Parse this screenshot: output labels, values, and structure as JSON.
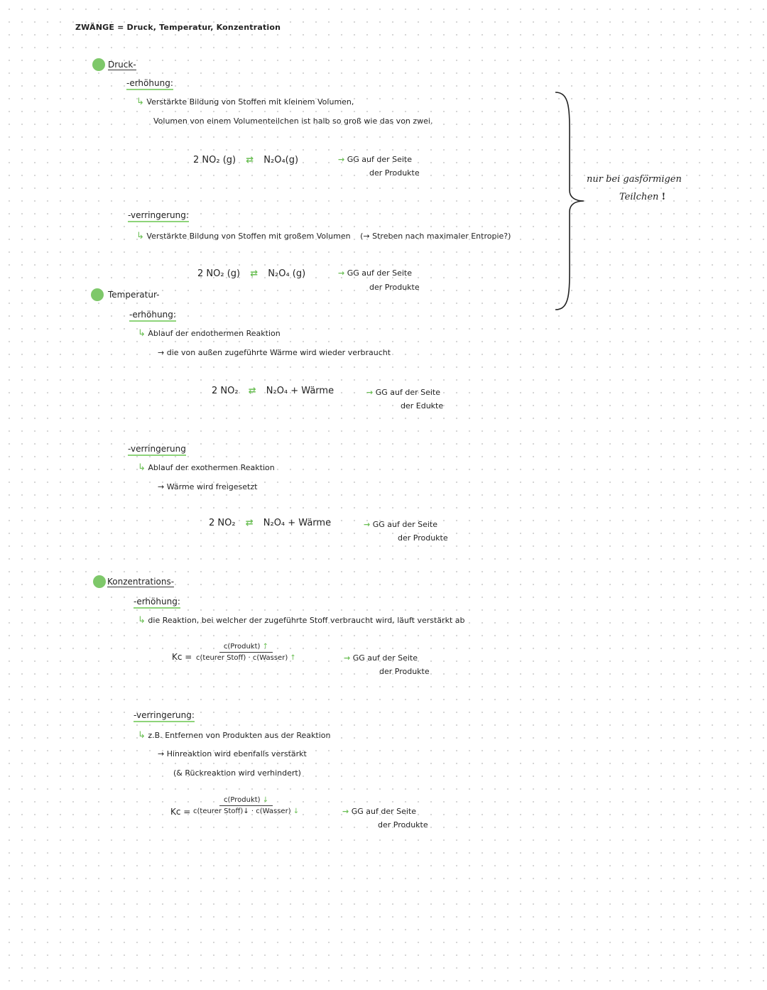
{
  "header": {
    "title": "ZWÄNGE = Druck, Temperatur, Konzentration"
  },
  "druck": {
    "title": "Druck-",
    "erhoehung": {
      "label": "-erhöhung:",
      "text1": "Verstärkte Bildung von Stoffen mit kleinem Volumen,",
      "text2": "Volumen von einem Volumenteilchen ist halb so groß wie das von zwei.",
      "eq_left": "2 NO₂ (g)",
      "eq_arrow": "⇄",
      "eq_right": "N₂O₄(g)",
      "result1": "GG auf der Seite",
      "result2": "der Produkte"
    },
    "verringerung": {
      "label": "-verringerung:",
      "text1": "Verstärkte Bildung von Stoffen mit großem Volumen",
      "text1b": "(→ Streben nach maximaler Entropie?)",
      "eq_left": "2 NO₂ (g)",
      "eq_arrow": "⇄",
      "eq_right": "N₂O₄ (g)",
      "result1": "GG auf der Seite",
      "result2": "der Produkte"
    }
  },
  "side_note": {
    "line1": "nur bei gasförmigen",
    "line2": "Teilchen",
    "mark": "!"
  },
  "temperatur": {
    "title": "Temperatur-",
    "erhoehung": {
      "label": "-erhöhung:",
      "text1": "Ablauf der endothermen Reaktion",
      "text2": "die von außen zugeführte Wärme wird wieder verbraucht",
      "eq_left": "2 NO₂",
      "eq_arrow": "⇄",
      "eq_right": "N₂O₄ + Wärme",
      "result1": "GG auf der Seite",
      "result2": "der Edukte"
    },
    "verringerung": {
      "label": "-verringerung",
      "text1": "Ablauf der exothermen Reaktion",
      "text2": "Wärme wird freigesetzt",
      "eq_left": "2 NO₂",
      "eq_arrow": "⇄",
      "eq_right": "N₂O₄ + Wärme",
      "result1": "GG auf der Seite",
      "result2": "der Produkte"
    }
  },
  "konzentration": {
    "title": "Konzentrations-",
    "erhoehung": {
      "label": "-erhöhung:",
      "text1": "die Reaktion, bei welcher der zugeführte Stoff verbraucht wird, läuft verstärkt ab",
      "kc": "Kc =",
      "num": "c(Produkt)",
      "num_arrow": "↑",
      "den": "c(teurer Stoff) · c(Wasser)",
      "den_arrow": "↑",
      "result1": "GG auf der Seite",
      "result2": "der Produkte"
    },
    "verringerung": {
      "label": "-verringerung:",
      "text1": "z.B. Entfernen von Produkten aus der Reaktion",
      "text2": "Hinreaktion wird ebenfalls verstärkt",
      "text3": "(& Rückreaktion wird verhindert)",
      "kc": "Kc =",
      "num": "c(Produkt)",
      "num_arrow": "↓",
      "den": "c(teurer Stoff)↓ · c(Wasser)",
      "den_arrow": "↓",
      "result1": "GG auf der Seite",
      "result2": "der Produkte"
    }
  },
  "colors": {
    "accent": "#7ec86a",
    "ink": "#222222",
    "grid_dot": "#d6d6d6"
  }
}
